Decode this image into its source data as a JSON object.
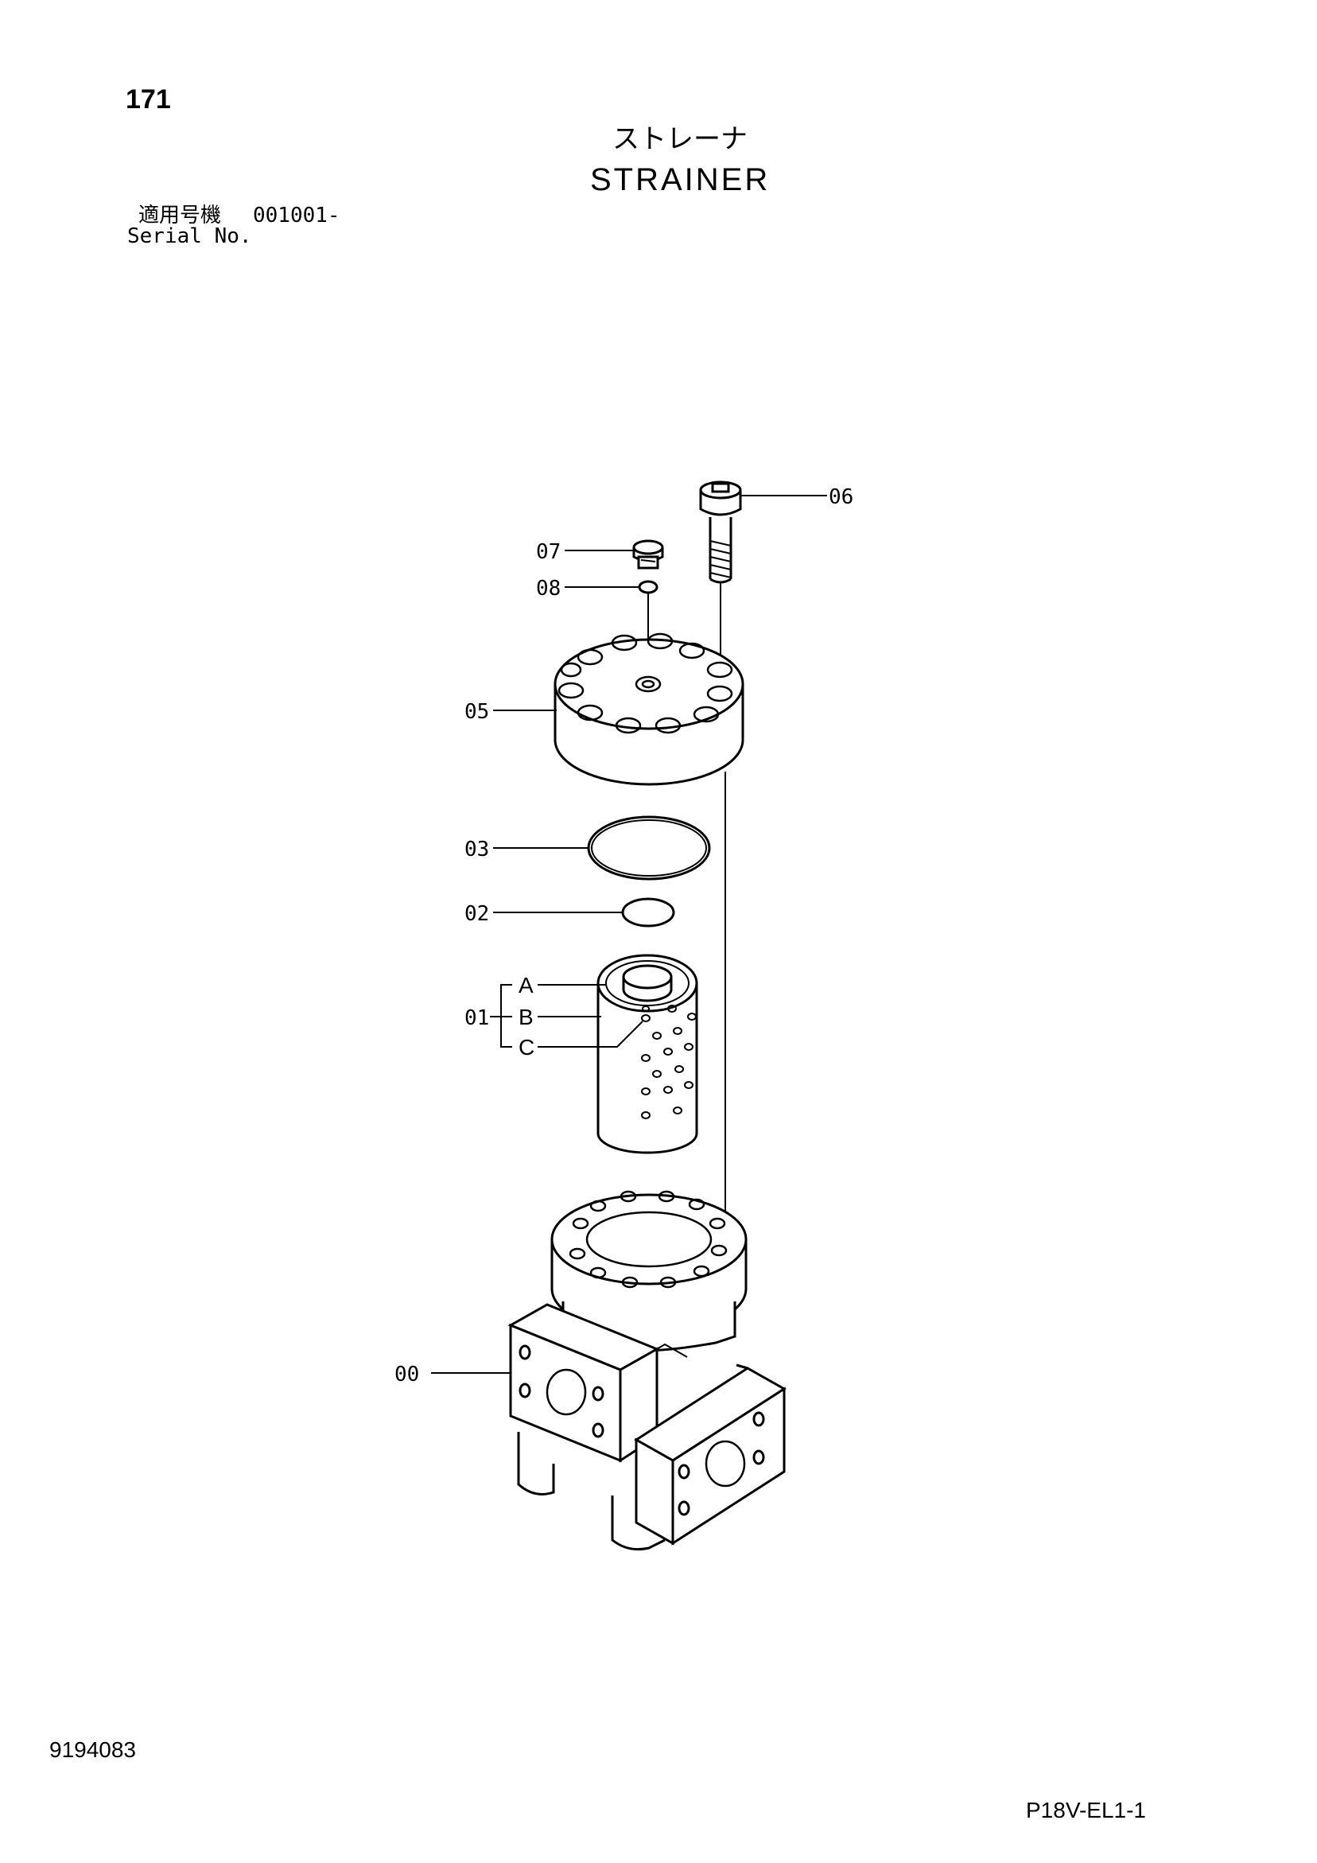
{
  "header": {
    "page_number": "171",
    "title_jp": "ストレーナ",
    "title_en": "STRAINER",
    "serial_label_jp": "適用号機",
    "serial_range": "001001-",
    "serial_label_en": "Serial No."
  },
  "callouts": {
    "p00": "00",
    "p01": "01",
    "p01a": "A",
    "p01b": "B",
    "p01c": "C",
    "p02": "02",
    "p03": "03",
    "p05": "05",
    "p06": "06",
    "p07": "07",
    "p08": "08"
  },
  "footer": {
    "document_number": "9194083",
    "figure_code": "P18V-EL1-1"
  }
}
